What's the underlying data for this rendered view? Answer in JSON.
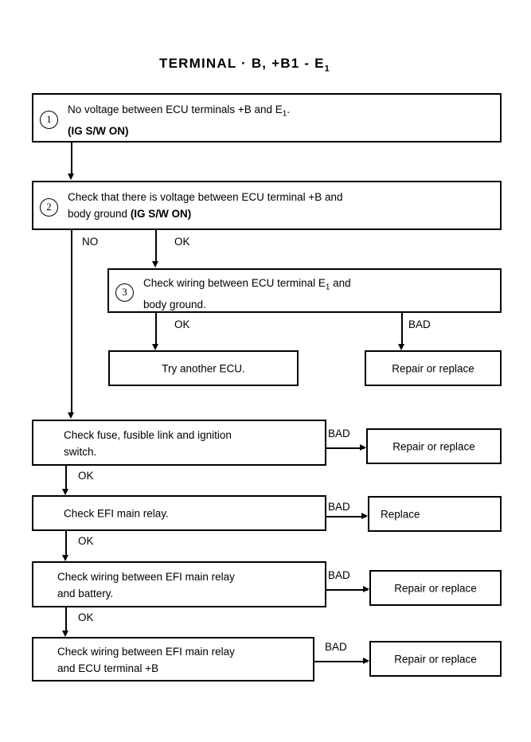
{
  "title": {
    "text_main": "TERMINAL",
    "text_rest": " · B,  +B1 - E",
    "subscript": "1"
  },
  "steps": [
    {
      "number": "1",
      "line1_pre": "No voltage between ECU terminals  +B and E",
      "line1_sub": "1",
      "line1_post": ".",
      "line2": "(IG S/W ON)",
      "line2_bold": true
    },
    {
      "number": "2",
      "line1": "Check that there is voltage between ECU terminal +B and",
      "line2_pre": "body ground  ",
      "line2_bold_text": "(IG S/W ON)"
    },
    {
      "number": "3",
      "line1_pre": "Check wiring between ECU terminal E",
      "line1_sub": "1",
      "line1_post": " and",
      "line2": "body ground."
    }
  ],
  "boxes": {
    "try_another_ecu": "Try another ECU.",
    "repair_or_replace_3": "Repair or replace",
    "check_fuse_line1": "Check fuse, fusible link and ignition",
    "check_fuse_line2": "switch.",
    "repair_or_replace_fuse": "Repair or replace",
    "check_efi_main_relay": "Check EFI main relay.",
    "replace_relay": "Replace",
    "check_wiring_battery_line1": "Check wiring between EFI main relay",
    "check_wiring_battery_line2": "and battery.",
    "repair_or_replace_battery": "Repair or replace",
    "check_wiring_ecu_line1": "Check wiring between EFI main relay",
    "check_wiring_ecu_line2": "and ECU terminal +B",
    "repair_or_replace_ecu": "Repair or replace"
  },
  "edge_labels": {
    "no_step2": "NO",
    "ok_step2": "OK",
    "ok_step3": "OK",
    "bad_step3": "BAD",
    "bad_fuse": "BAD",
    "ok_fuse": "OK",
    "bad_relay": "BAD",
    "ok_relay": "OK",
    "bad_battery": "BAD",
    "ok_battery": "OK",
    "bad_ecu": "BAD"
  },
  "colors": {
    "ink": "#000000",
    "paper": "#ffffff"
  }
}
